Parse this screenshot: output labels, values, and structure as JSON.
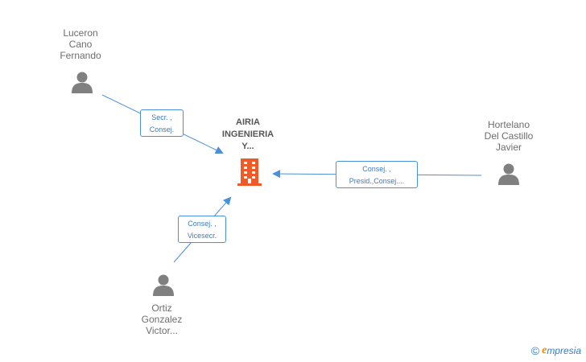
{
  "nodes": {
    "luceron": {
      "lines": [
        "Luceron",
        "Cano",
        "Fernando"
      ],
      "icon": "person-icon"
    },
    "hortelano": {
      "lines": [
        "Hortelano",
        "Del Castillo",
        "Javier"
      ],
      "icon": "person-icon"
    },
    "ortiz": {
      "lines": [
        "Ortiz",
        "Gonzalez",
        "Victor..."
      ],
      "icon": "person-icon"
    },
    "company": {
      "lines": [
        "AIRIA",
        "INGENIERIA",
        "Y..."
      ],
      "icon": "building-icon"
    }
  },
  "edges": {
    "luceron_company": {
      "lines": [
        "Secr. ,",
        "Consej."
      ]
    },
    "hortelano_company": {
      "lines": [
        "Consej. ,",
        "Presid.,Consej...."
      ]
    },
    "ortiz_company": {
      "lines": [
        "Consej. ,",
        "Vicesecr."
      ]
    }
  },
  "brand": {
    "copyright": "©",
    "e": "e",
    "rest": "mpresia"
  },
  "colors": {
    "edge": "#4a90d9",
    "person": "#808080",
    "building": "#f05a28"
  }
}
